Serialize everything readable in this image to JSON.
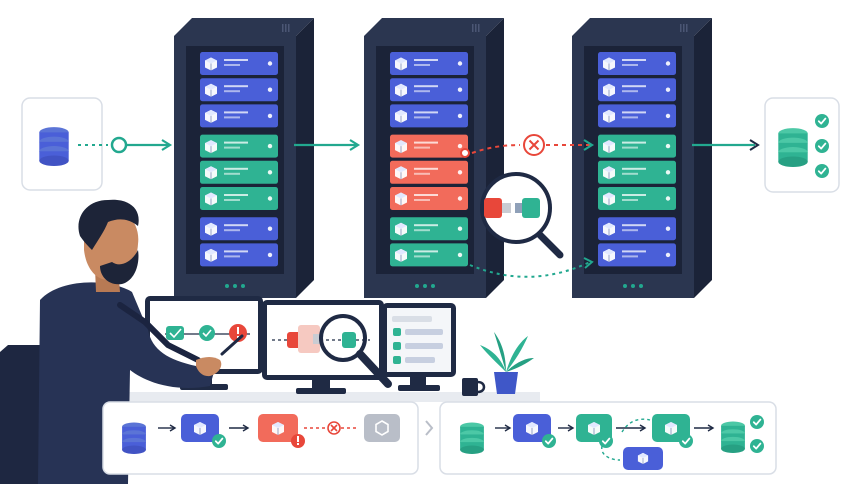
{
  "colors": {
    "navy": "#1f2a44",
    "rack_body": "#2b3650",
    "rack_dark": "#1b2338",
    "blue_unit": "#4a5fd8",
    "teal_unit": "#2fb393",
    "red_unit": "#f26b5b",
    "teal_line": "#22a88f",
    "error_red": "#e8473a",
    "grey_node": "#b9bec8",
    "card_border": "#d9dee6",
    "skin": "#c98a62",
    "hair": "#1d2438"
  },
  "icons": [
    "database-icon",
    "cube-icon",
    "checkmark-icon",
    "error-x-icon",
    "broken-connector-icon",
    "magnifier-icon",
    "warning-icon",
    "plant-icon",
    "mug-icon",
    "chevron-right-icon"
  ],
  "scene": {
    "racks": [
      {
        "name": "left-rack",
        "units": [
          "blue",
          "blue",
          "blue",
          "teal",
          "teal",
          "teal",
          "blue",
          "blue"
        ]
      },
      {
        "name": "middle-rack",
        "units": [
          "blue",
          "blue",
          "blue",
          "red",
          "red",
          "red",
          "teal",
          "teal"
        ]
      },
      {
        "name": "right-rack",
        "units": [
          "blue",
          "blue",
          "blue",
          "teal",
          "teal",
          "teal",
          "blue",
          "blue"
        ]
      }
    ],
    "output_checks": 3,
    "bottom_pipelines": [
      {
        "name": "failed-pipeline",
        "steps": [
          "database",
          "cube-ok",
          "cube-error",
          "x",
          "cube-disabled"
        ]
      },
      {
        "name": "recovered-pipeline",
        "steps": [
          "database",
          "cube-ok",
          "cube-ok",
          "cube-ok",
          "database-ok"
        ]
      }
    ]
  }
}
